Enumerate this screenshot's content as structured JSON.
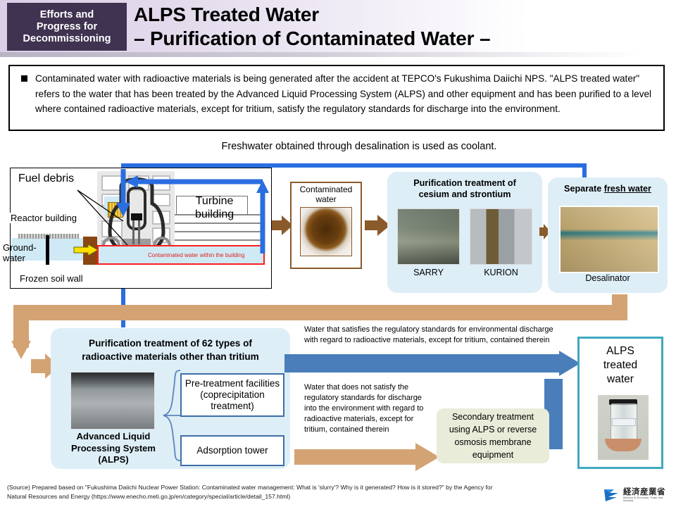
{
  "header": {
    "badge_lines": [
      "Efforts and",
      "Progress for",
      "Decommissioning"
    ],
    "title_line1": "ALPS Treated Water",
    "title_line2": "– Purification of Contaminated Water –",
    "badge_bg": "#3f3351"
  },
  "summary": {
    "bullet_text": "Contaminated water with radioactive materials is being generated after the accident at TEPCO's Fukushima Daiichi NPS. \"ALPS treated water\" refers to the water that has been treated by the Advanced Liquid Processing System (ALPS) and other equipment and has been purified to a level where contained radioactive materials, except for tritium, satisfy the regulatory standards for discharge into the environment."
  },
  "diagram": {
    "coolant_caption": "Freshwater obtained through desalination is used as coolant.",
    "plant": {
      "fuel_debris": "Fuel debris",
      "reactor_building": "Reactor building",
      "turbine_building": "Turbine\nbuilding",
      "turbine_building_l1": "Turbine",
      "turbine_building_l2": "building",
      "groundwater_l1": "Ground-",
      "groundwater_l2": "water",
      "frozen_soil_wall": "Frozen soil wall",
      "contaminated_inner": "Contaminated water within the building"
    },
    "contaminated_card": {
      "label_l1": "Contaminated",
      "label_l2": "water"
    },
    "cesium_panel": {
      "title_l1": "Purification treatment of",
      "title_l2": "cesium and strontium",
      "photo_caption_1": "SARRY",
      "photo_caption_2": "KURION"
    },
    "freshwater_panel": {
      "title_prefix": "Separate ",
      "title_underlined": "fresh water",
      "caption": "Desalinator"
    },
    "alps_panel": {
      "title_l1": "Purification treatment of 62 types of",
      "title_l2": "radioactive materials other than tritium",
      "photo_caption_l1": "Advanced Liquid",
      "photo_caption_l2": "Processing System",
      "photo_caption_l3": "(ALPS)",
      "subbox_1": "Pre-treatment facilities (coprecipitation treatment)",
      "subbox_2": "Adsorption tower"
    },
    "flow_labels": {
      "satisfies": "Water that satisfies the regulatory standards for environmental discharge with regard to radioactive materials, except for tritium, contained therein",
      "not_satisfies": "Water that does not satisfy the regulatory standards for discharge into the environment with regard to radioactive materials, except for tritium, contained therein",
      "secondary_treatment": "Secondary treatment using ALPS or reverse osmosis membrane equipment"
    },
    "treated_water_card": {
      "title_l1": "ALPS",
      "title_l2": "treated",
      "title_l3": "water"
    },
    "colors": {
      "brown_arrow": "#8b5a2b",
      "tan_arrow": "#d4a373",
      "blue_arrow": "#4a7ebb",
      "coolant_blue": "#2a6ee0",
      "panel_bg": "#ddeef7",
      "teal_border": "#3fa9c0",
      "secondary_bg": "#e8ecd9"
    }
  },
  "footer": {
    "source_line1": "(Source) Prepared based on \"Fukushima Daiichi Nuclear Power Station: Contaminated water management: What is 'slurry'? Why is it generated? How is it stored?\" by the Agency for",
    "source_line2": "Natural Resources and Energy (https://www.enecho.meti.go.jp/en/category/special/article/detail_157.html)",
    "logo_jp": "経済産業省",
    "logo_en": "Ministry of Economy, Trade and Industry"
  }
}
